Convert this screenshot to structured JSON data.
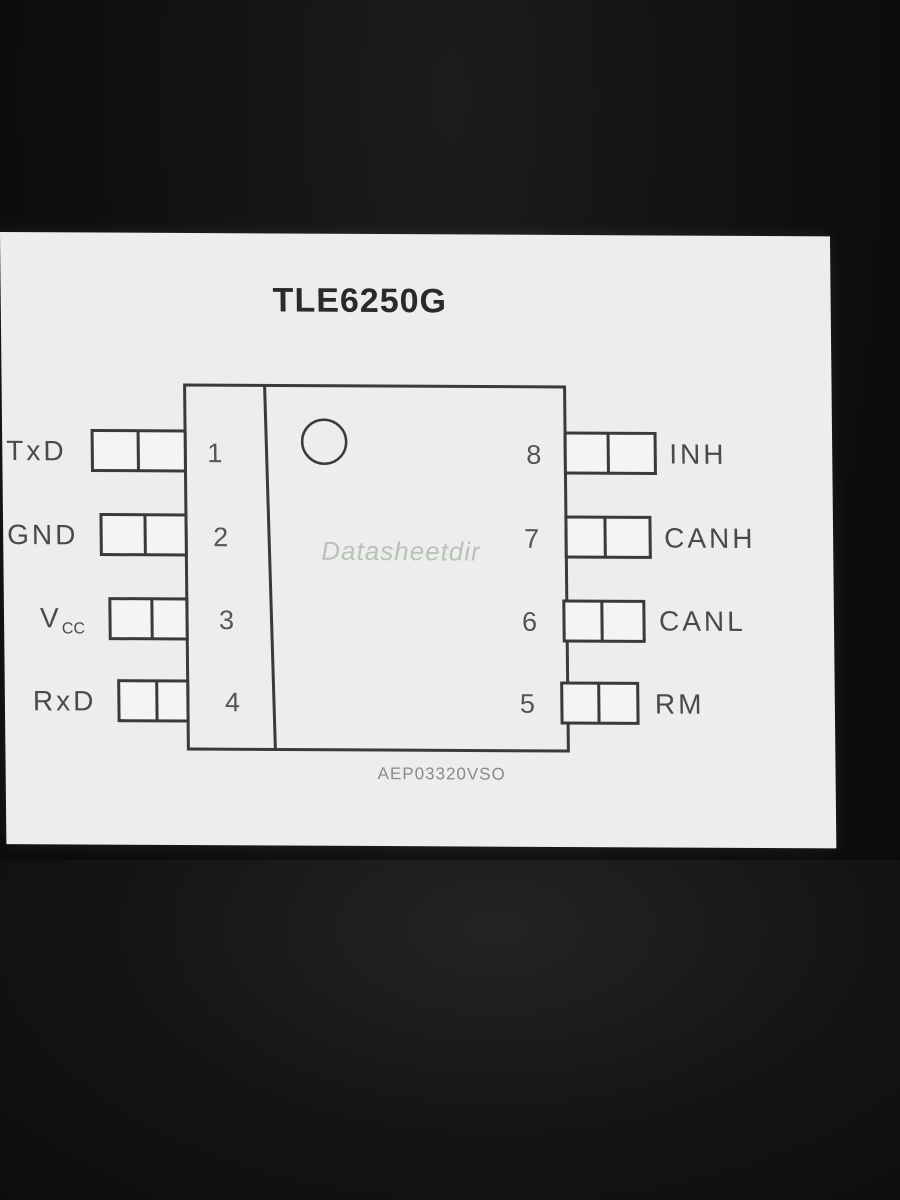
{
  "title": "TLE6250G",
  "watermark": "Datasheetdir",
  "package_code": "AEP03320VSO",
  "left_pins": [
    {
      "label": "TxD",
      "number": "1"
    },
    {
      "label": "GND",
      "number": "2"
    },
    {
      "label": "V",
      "label_sub": "CC",
      "number": "3"
    },
    {
      "label": "RxD",
      "number": "4"
    }
  ],
  "right_pins": [
    {
      "label": "INH",
      "number": "8"
    },
    {
      "label": "CANH",
      "number": "7"
    },
    {
      "label": "CANL",
      "number": "6"
    },
    {
      "label": "RM",
      "number": "5"
    }
  ]
}
